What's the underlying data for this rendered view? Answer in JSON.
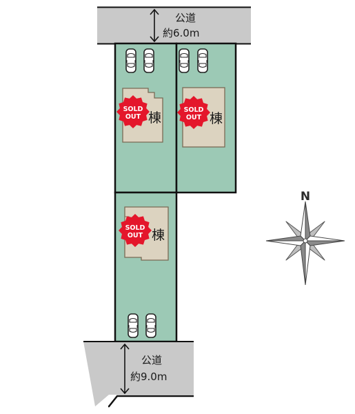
{
  "roads": {
    "north": {
      "name": "公道",
      "width": "約6.0m"
    },
    "south": {
      "name": "公道",
      "width": "約9.0m"
    }
  },
  "lots": [
    {
      "id": "lot-1",
      "building_label": "棟",
      "status": "SOLD OUT",
      "badge_line1": "SOLD",
      "badge_line2": "OUT",
      "parking_spaces": 2
    },
    {
      "id": "lot-2",
      "building_label": "棟",
      "status": "SOLD OUT",
      "badge_line1": "SOLD",
      "badge_line2": "OUT",
      "parking_spaces": 2
    },
    {
      "id": "lot-3",
      "building_label": "棟",
      "status": "SOLD OUT",
      "badge_line1": "SOLD",
      "badge_line2": "OUT",
      "parking_spaces": 2
    }
  ],
  "compass": {
    "label": "N"
  },
  "colors": {
    "road": "#c9c9c9",
    "lot": "#9cc9b5",
    "building": "#dcd3c0",
    "sold_badge": "#e4162b",
    "outline": "#111111"
  }
}
